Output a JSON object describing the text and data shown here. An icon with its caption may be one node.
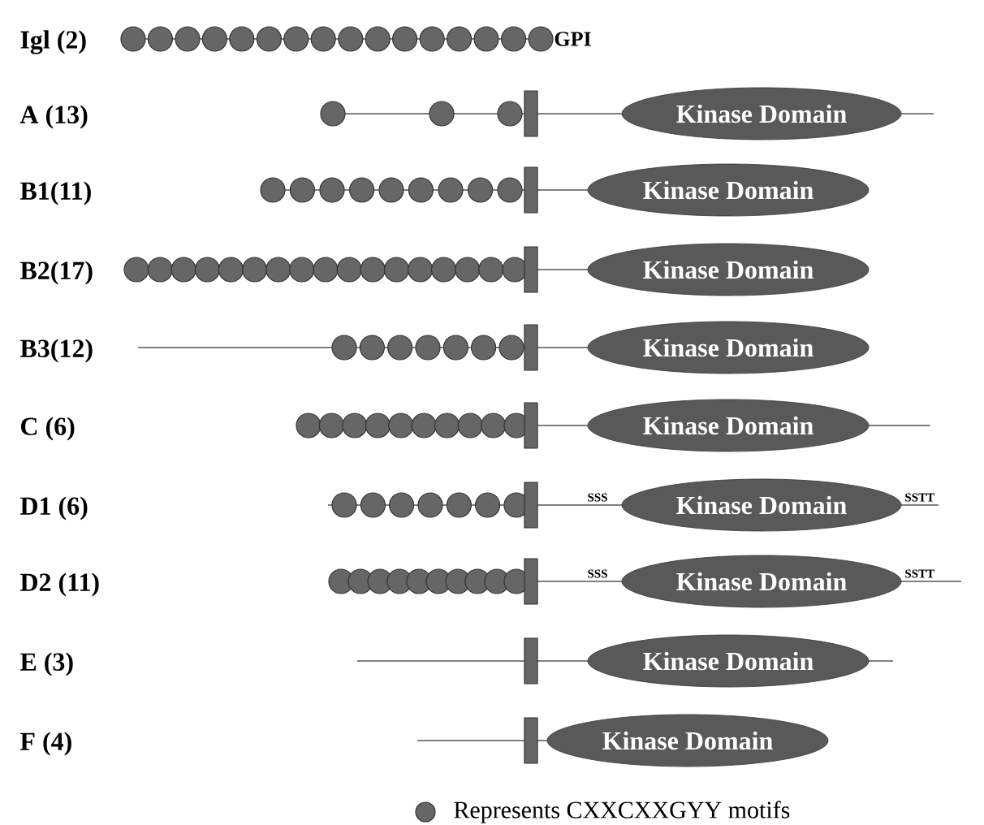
{
  "diagram": {
    "nodes": [
      {
        "text": [
          "Kinase Domain"
        ]
      },
      {
        "text": [
          "Kinase Domain"
        ]
      },
      {
        "text": [
          "Kinase Domain"
        ]
      },
      {
        "text": [
          "Kinase Domain"
        ]
      },
      {
        "text": [
          "Kinase Domain"
        ]
      },
      {
        "text": [
          "Kinase Domain"
        ]
      },
      {
        "text": [
          "Kinase Domain"
        ]
      },
      {
        "text": [
          "Kinase Domain"
        ]
      },
      {
        "text": [
          "Kinase Domain"
        ]
      }
    ],
    "labels": [
      "Igl (2)",
      "GPI",
      "A (13)",
      "B1(11)",
      "B2(17)",
      "B3(12)",
      "C (6)",
      "D1 (6)",
      "SSS",
      "SSTT",
      "D2 (11)",
      "SSS",
      "SSTT",
      "E (3)",
      "F (4)"
    ],
    "legend": [
      {
        "text": "Represents CXXCXXGYY motifs",
        "color": "#666666"
      }
    ]
  }
}
